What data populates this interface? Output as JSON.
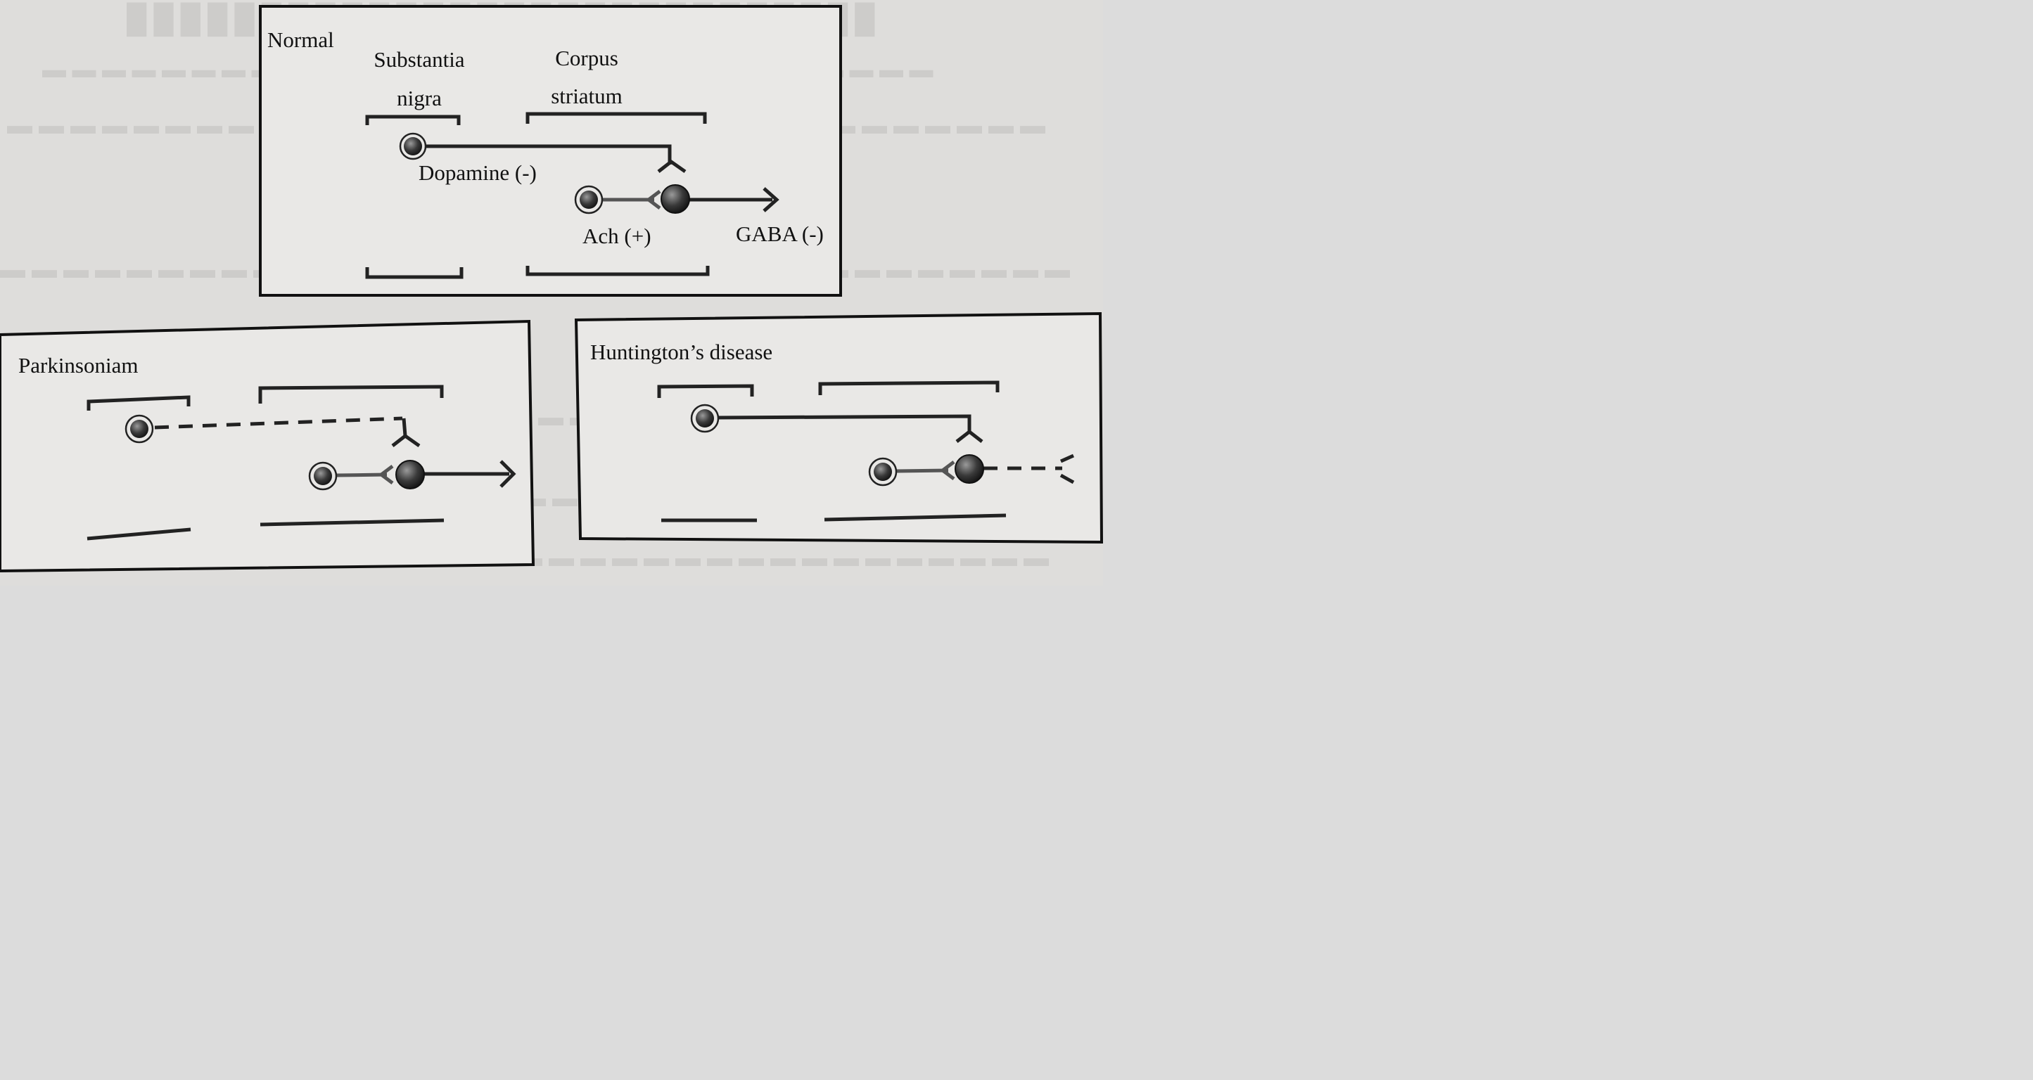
{
  "panels": {
    "normal": {
      "title": "Normal",
      "substantia_line1": "Substantia",
      "substantia_line2": "nigra",
      "corpus_line1": "Corpus",
      "corpus_line2": "striatum",
      "dopamine_label": "Dopamine (-)",
      "ach_label": "Ach (+)",
      "gaba_label": "GABA (-)"
    },
    "parkinson": {
      "title": "Parkinsoniam"
    },
    "huntington": {
      "title": "Huntington’s disease"
    }
  },
  "colors": {
    "background": "#dedddb",
    "panel": "#e9e8e6",
    "ink": "#222222",
    "ach_axon": "#555555"
  }
}
